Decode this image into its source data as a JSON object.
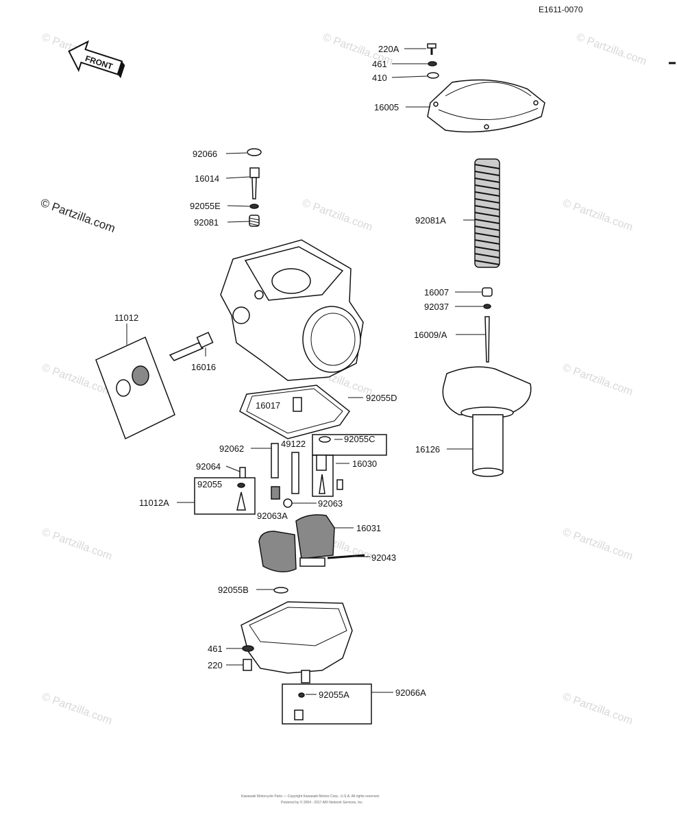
{
  "diagram_code": "E1611-0070",
  "front_arrow": "FRONT",
  "watermark": "© Partzilla.com",
  "footer_lines": [
    "Kawasaki Motorcycle Parts — Copyright Kawasaki Motors Corp., U.S.A. All rights reserved.",
    "Powered by © 2004 - 2017 ARI Network Services, Inc."
  ],
  "labels": [
    {
      "id": "220A",
      "text": "220A"
    },
    {
      "id": "461a",
      "text": "461"
    },
    {
      "id": "410",
      "text": "410"
    },
    {
      "id": "16005",
      "text": "16005"
    },
    {
      "id": "92066",
      "text": "92066"
    },
    {
      "id": "16014",
      "text": "16014"
    },
    {
      "id": "92055E",
      "text": "92055E"
    },
    {
      "id": "92081",
      "text": "92081"
    },
    {
      "id": "92081A",
      "text": "92081A"
    },
    {
      "id": "16007",
      "text": "16007"
    },
    {
      "id": "92037",
      "text": "92037"
    },
    {
      "id": "16009A",
      "text": "16009/A"
    },
    {
      "id": "11012",
      "text": "11012"
    },
    {
      "id": "16016",
      "text": "16016"
    },
    {
      "id": "92055D",
      "text": "92055D"
    },
    {
      "id": "16017",
      "text": "16017"
    },
    {
      "id": "16126",
      "text": "16126"
    },
    {
      "id": "92062",
      "text": "92062"
    },
    {
      "id": "49122",
      "text": "49122"
    },
    {
      "id": "92055C",
      "text": "92055C"
    },
    {
      "id": "16030",
      "text": "16030"
    },
    {
      "id": "92064",
      "text": "92064"
    },
    {
      "id": "92055",
      "text": "92055"
    },
    {
      "id": "11012A",
      "text": "11012A"
    },
    {
      "id": "92063",
      "text": "92063"
    },
    {
      "id": "92063A",
      "text": "92063A"
    },
    {
      "id": "16031",
      "text": "16031"
    },
    {
      "id": "92043",
      "text": "92043"
    },
    {
      "id": "92055B",
      "text": "92055B"
    },
    {
      "id": "461b",
      "text": "461"
    },
    {
      "id": "220",
      "text": "220"
    },
    {
      "id": "92055A",
      "text": "92055A"
    },
    {
      "id": "92066A",
      "text": "92066A"
    }
  ]
}
